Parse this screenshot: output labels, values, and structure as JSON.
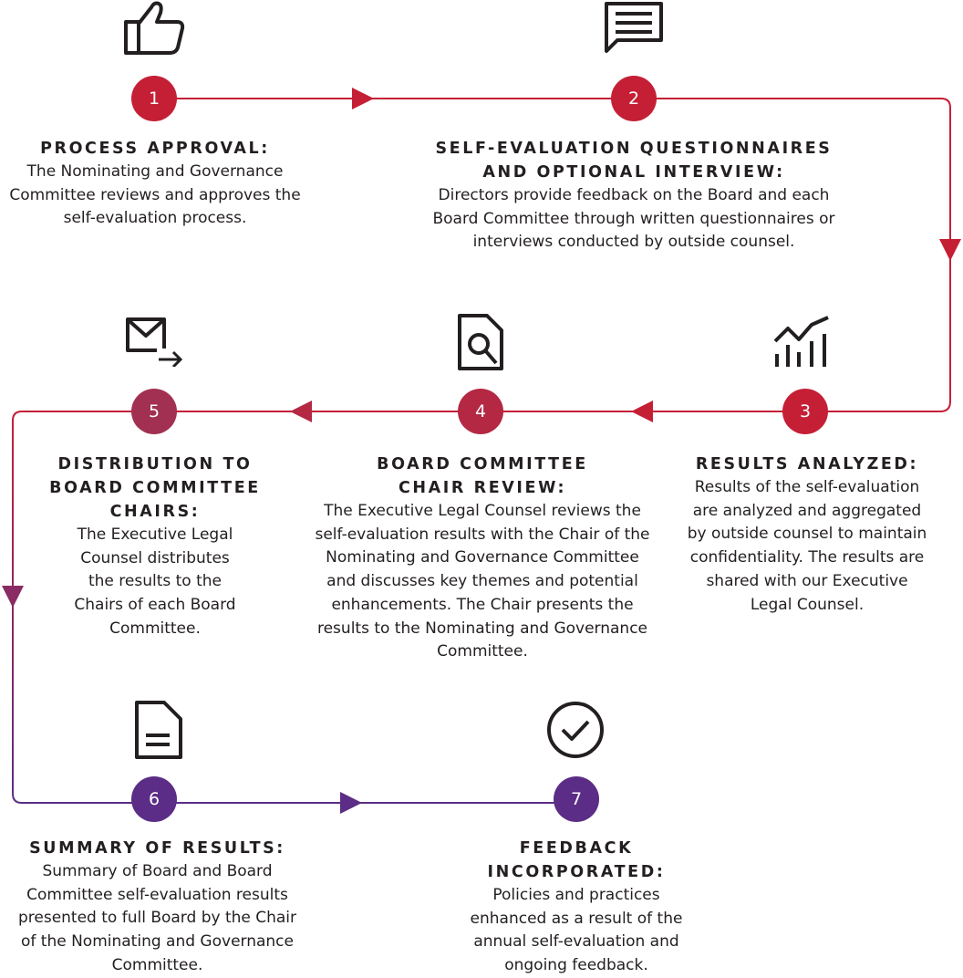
{
  "colors": {
    "red": "#c51f36",
    "mid": "#a23052",
    "purple": "#5b2d86",
    "icon": "#231f20"
  },
  "steps": [
    {
      "number": "1",
      "icon": "thumbs-up-icon",
      "title": "PROCESS APPROVAL:",
      "desc": "The Nominating and Governance Committee reviews and approves the self-evaluation process."
    },
    {
      "number": "2",
      "icon": "chat-message-icon",
      "title": "SELF-EVALUATION QUESTIONNAIRES AND OPTIONAL INTERVIEW:",
      "desc": "Directors provide feedback on the Board and each Board Committee through written questionnaires or interviews conducted by outside counsel."
    },
    {
      "number": "3",
      "icon": "analytics-chart-icon",
      "title": "RESULTS ANALYZED:",
      "desc": "Results of the self-evaluation are analyzed and aggregated by outside counsel to maintain confidentiality. The results are shared with our Executive Legal Counsel."
    },
    {
      "number": "4",
      "icon": "document-search-icon",
      "title": "BOARD COMMITTEE CHAIR REVIEW:",
      "desc": "The Executive Legal Counsel reviews the self-evaluation results with the Chair of the Nominating and Governance Committee and discusses key themes and potential enhancements. The Chair presents the results to the Nominating and Governance Committee."
    },
    {
      "number": "5",
      "icon": "mail-forward-icon",
      "title": "DISTRIBUTION TO BOARD COMMITTEE CHAIRS:",
      "desc": "The Executive Legal Counsel distributes the results to the Chairs of each Board Committee."
    },
    {
      "number": "6",
      "icon": "document-summary-icon",
      "title": "SUMMARY OF RESULTS:",
      "desc": "Summary of Board and Board Committee self-evaluation results presented to full Board by the Chair of the Nominating and Governance Committee."
    },
    {
      "number": "7",
      "icon": "check-circle-icon",
      "title": "FEEDBACK INCORPORATED:",
      "desc": "Policies and practices enhanced as a result of the annual self-evaluation and ongoing feedback."
    }
  ]
}
